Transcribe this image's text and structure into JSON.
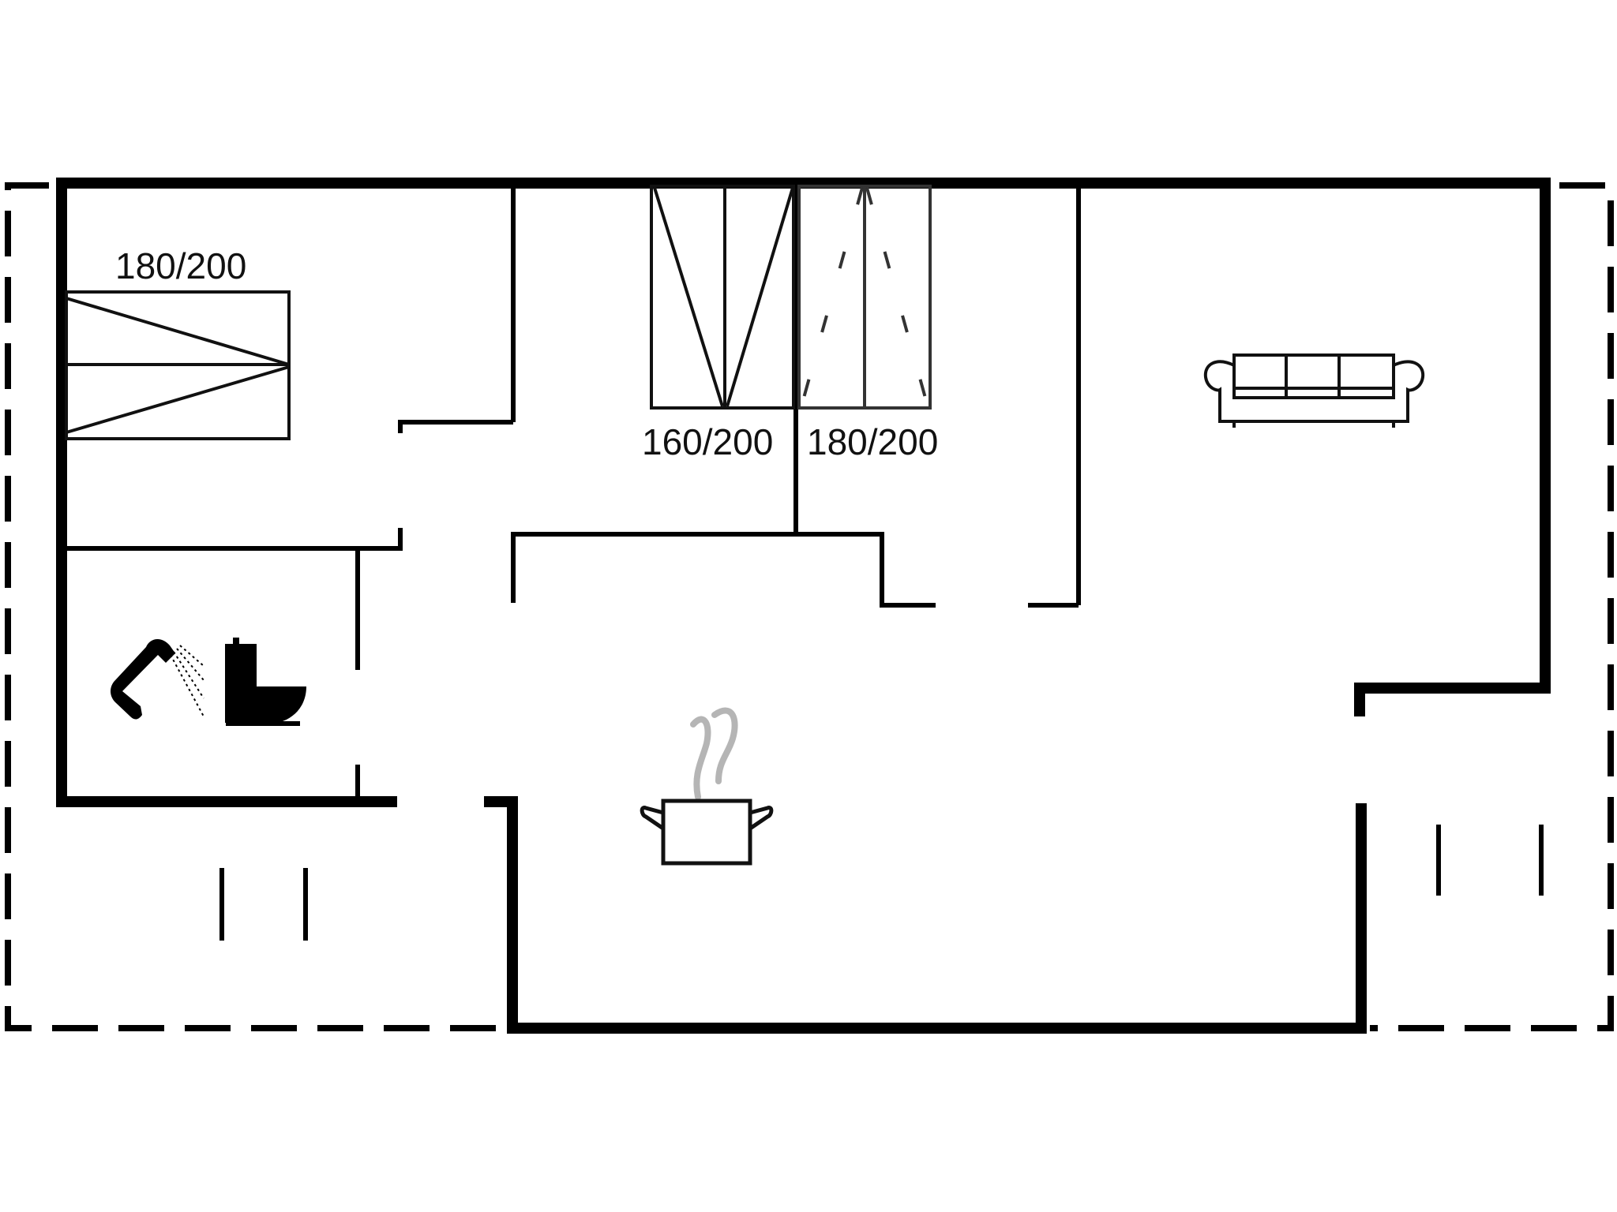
{
  "diagram": {
    "type": "floor-plan",
    "colors": {
      "wall": "#000000",
      "furniture": "#111111",
      "steam": "#b5b5b5",
      "background": "#ffffff"
    },
    "rooms": [
      {
        "id": "bedroom-1",
        "bed_label": "180/200",
        "bed_type": "double-bed"
      },
      {
        "id": "bedroom-2",
        "bed_label": "160/200",
        "bed_type": "double-bed"
      },
      {
        "id": "bedroom-3",
        "bed_label": "180/200",
        "bed_type": "double-bed"
      },
      {
        "id": "bathroom",
        "fixtures": [
          "shower",
          "toilet"
        ]
      },
      {
        "id": "kitchen",
        "fixtures": [
          "cooking-pot"
        ]
      },
      {
        "id": "living-room",
        "fixtures": [
          "sofa"
        ]
      },
      {
        "id": "terrace-left",
        "outline": "dashed"
      },
      {
        "id": "terrace-right",
        "outline": "dashed"
      }
    ],
    "labels": {
      "bed_1": "180/200",
      "bed_2": "160/200",
      "bed_3": "180/200"
    }
  }
}
